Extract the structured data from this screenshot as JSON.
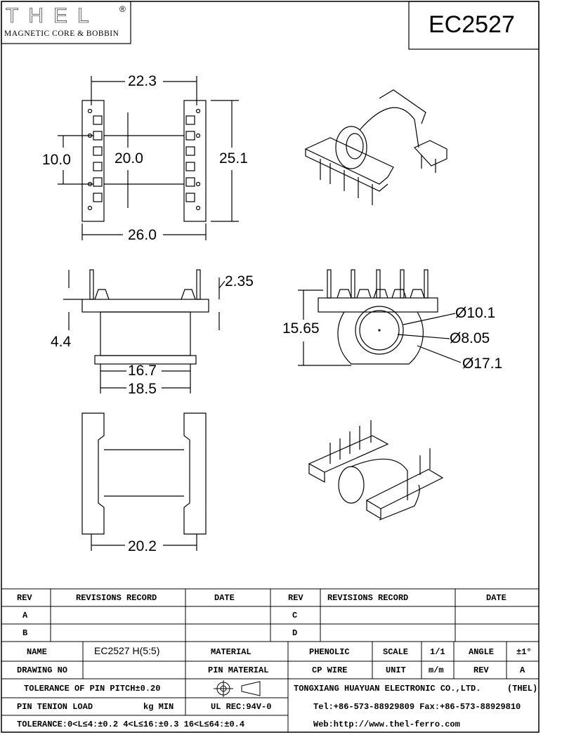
{
  "header": {
    "logo_word": "THEL",
    "logo_mark": "®",
    "logo_subtitle": "MAGNETIC CORE & BOBBIN",
    "part_number": "EC2527"
  },
  "dimensions": {
    "top_width": "22.3",
    "inner_height": "20.0",
    "pin_span": "10.0",
    "total_height": "25.1",
    "total_width": "26.0",
    "flange_thickness": "2.35",
    "pin_length": "4.4",
    "winding_length": "16.7",
    "bobbin_length": "18.5",
    "base_height": "15.65",
    "dia_outer": "Ø10.1",
    "dia_inner": "Ø8.05",
    "dia_flange": "Ø17.1",
    "bottom_width": "20.2"
  },
  "title_block": {
    "rev_header_left": "REV",
    "records_header_left": "REVISIONS RECORD",
    "date_header_left": "DATE",
    "rev_header_right": "REV",
    "records_header_right": "REVISIONS RECORD",
    "date_header_right": "DATE",
    "rev_a": "A",
    "rev_b": "B",
    "rev_c": "C",
    "rev_d": "D",
    "name_label": "NAME",
    "name_value": "EC2527 H(5:5)",
    "material_label": "MATERIAL",
    "material_value": "PHENOLIC",
    "scale_label": "SCALE",
    "scale_value": "1/1",
    "angle_label": "ANGLE",
    "angle_value": "±1°",
    "drawing_no_label": "DRAWING NO",
    "pin_material_label": "PIN MATERIAL",
    "pin_material_value": "CP WIRE",
    "unit_label": "UNIT",
    "unit_value": "m/m",
    "rev_label": "REV",
    "rev_value": "A",
    "pitch_tolerance": "TOLERANCE OF PIN PITCH±0.20",
    "company": "TONGXIANG HUAYUAN ELECTRONIC CO.,LTD.",
    "company_short": "(THEL)",
    "pin_load_label": "PIN TENION LOAD",
    "pin_load_unit": "kg MIN",
    "ul_rating": "UL REC:94V-0",
    "contact": "Tel:+86-573-88929809 Fax:+86-573-88929810",
    "tolerance": "TOLERANCE:0<L≤4:±0.2  4<L≤16:±0.3  16<L≤64:±0.4",
    "web": "Web:http://www.thel-ferro.com"
  }
}
